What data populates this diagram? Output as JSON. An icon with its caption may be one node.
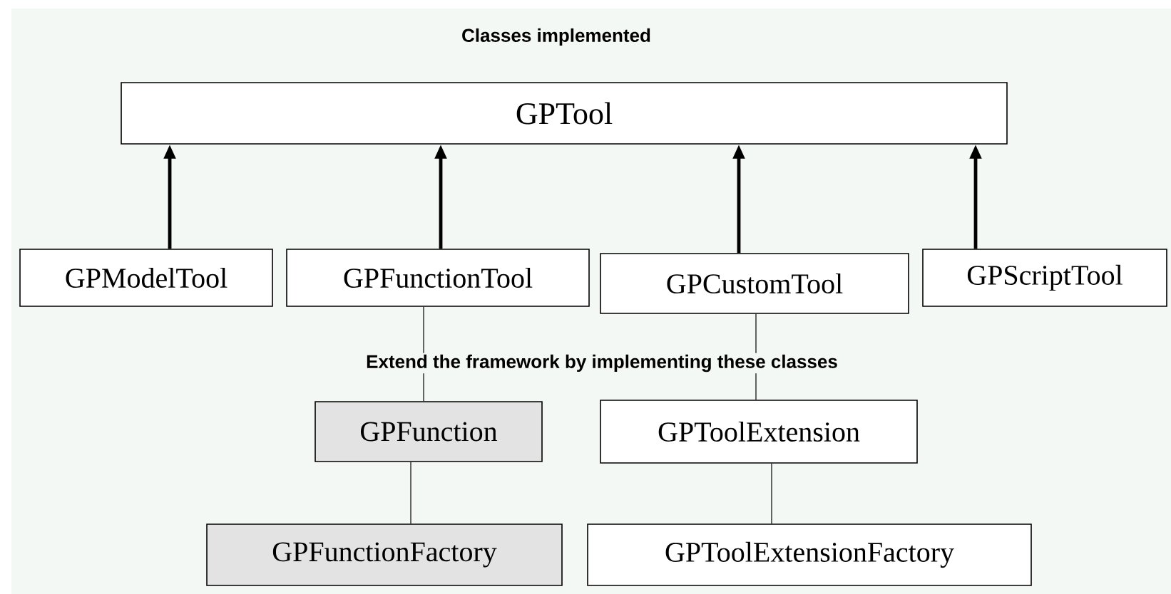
{
  "diagram": {
    "title": "Classes implemented",
    "nodes": [
      {
        "text": [
          "GPTool"
        ]
      },
      {
        "text": [
          "GPModelTool"
        ]
      },
      {
        "text": [
          "GPFunctionTool"
        ]
      },
      {
        "text": [
          "GPCustomTool"
        ]
      },
      {
        "text": [
          "GPScriptTool"
        ]
      },
      {
        "text": [
          "GPFunction"
        ]
      },
      {
        "text": [
          "GPToolExtension"
        ]
      },
      {
        "text": [
          "GPFunctionFactory"
        ]
      },
      {
        "text": [
          "GPToolExtensionFactory"
        ]
      }
    ],
    "edges": [
      {
        "from": 1,
        "to": 0,
        "arrow": "to",
        "style": "thick"
      },
      {
        "from": 2,
        "to": 0,
        "arrow": "to",
        "style": "thick"
      },
      {
        "from": 3,
        "to": 0,
        "arrow": "to",
        "style": "thick"
      },
      {
        "from": 4,
        "to": 0,
        "arrow": "to",
        "style": "thick"
      },
      {
        "from": 2,
        "to": 5,
        "arrow": "none"
      },
      {
        "from": 3,
        "to": 6,
        "arrow": "none"
      },
      {
        "from": 5,
        "to": 7,
        "arrow": "none"
      },
      {
        "from": 6,
        "to": 8,
        "arrow": "none"
      }
    ],
    "labels": [
      "Extend the framework by implementing these classes"
    ]
  }
}
